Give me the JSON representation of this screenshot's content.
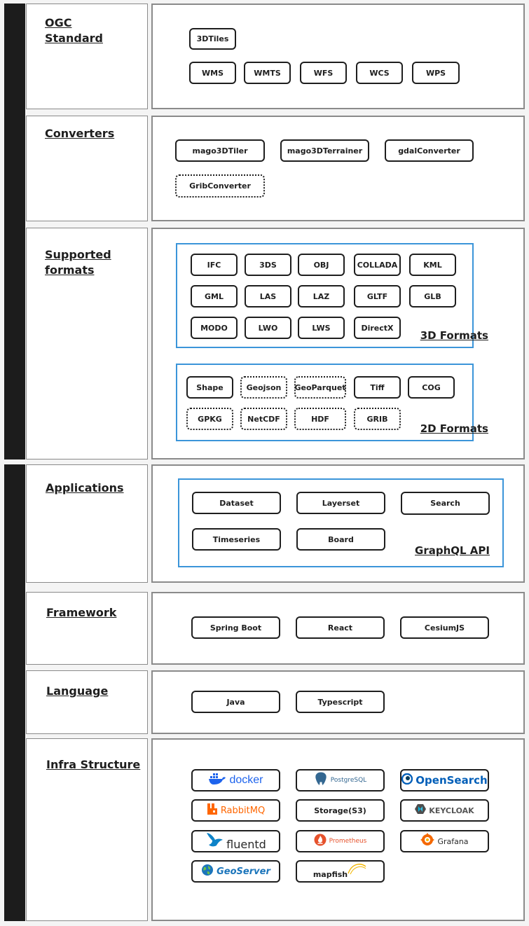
{
  "sections": {
    "ogc": {
      "label": "OGC\nStandard",
      "items": [
        {
          "text": "3DTiles",
          "style": "solid"
        },
        {
          "text": "WMS",
          "style": "solid"
        },
        {
          "text": "WMTS",
          "style": "solid"
        },
        {
          "text": "WFS",
          "style": "solid"
        },
        {
          "text": "WCS",
          "style": "solid"
        },
        {
          "text": "WPS",
          "style": "solid"
        }
      ]
    },
    "converters": {
      "label": "Converters",
      "items": [
        {
          "text": "mago3DTiler",
          "style": "solid"
        },
        {
          "text": "mago3DTerrainer",
          "style": "solid"
        },
        {
          "text": "gdalConverter",
          "style": "solid"
        },
        {
          "text": "GribConverter",
          "style": "dotted"
        }
      ]
    },
    "formats": {
      "label": "Supported\nformats",
      "group3d": {
        "title": "3D Formats",
        "items": [
          {
            "text": "IFC",
            "style": "solid"
          },
          {
            "text": "3DS",
            "style": "solid"
          },
          {
            "text": "OBJ",
            "style": "solid"
          },
          {
            "text": "COLLADA",
            "style": "solid"
          },
          {
            "text": "KML",
            "style": "solid"
          },
          {
            "text": "GML",
            "style": "solid"
          },
          {
            "text": "LAS",
            "style": "solid"
          },
          {
            "text": "LAZ",
            "style": "solid"
          },
          {
            "text": "GLTF",
            "style": "solid"
          },
          {
            "text": "GLB",
            "style": "solid"
          },
          {
            "text": "MODO",
            "style": "solid"
          },
          {
            "text": "LWO",
            "style": "solid"
          },
          {
            "text": "LWS",
            "style": "solid"
          },
          {
            "text": "DirectX",
            "style": "solid"
          }
        ]
      },
      "group2d": {
        "title": "2D Formats",
        "items": [
          {
            "text": "Shape",
            "style": "solid"
          },
          {
            "text": "Geojson",
            "style": "dotted"
          },
          {
            "text": "GeoParquet",
            "style": "dotted"
          },
          {
            "text": "Tiff",
            "style": "solid"
          },
          {
            "text": "COG",
            "style": "solid"
          },
          {
            "text": "GPKG",
            "style": "dotted"
          },
          {
            "text": "NetCDF",
            "style": "dotted"
          },
          {
            "text": "HDF",
            "style": "dotted"
          },
          {
            "text": "GRIB",
            "style": "dotted"
          }
        ]
      }
    },
    "applications": {
      "label": "Applications",
      "group": {
        "title": "GraphQL API",
        "items": [
          {
            "text": "Dataset",
            "style": "solid"
          },
          {
            "text": "Layerset",
            "style": "solid"
          },
          {
            "text": "Search",
            "style": "solid"
          },
          {
            "text": "Timeseries",
            "style": "solid"
          },
          {
            "text": "Board",
            "style": "solid"
          }
        ]
      }
    },
    "framework": {
      "label": "Framework",
      "items": [
        {
          "text": "Spring Boot",
          "style": "solid"
        },
        {
          "text": "React",
          "style": "solid"
        },
        {
          "text": "CesiumJS",
          "style": "solid"
        }
      ]
    },
    "language": {
      "label": "Language",
      "items": [
        {
          "text": "Java",
          "style": "solid"
        },
        {
          "text": "Typescript",
          "style": "solid"
        }
      ]
    },
    "infra": {
      "label": "Infra Structure",
      "items": [
        {
          "text": "docker",
          "icon": "docker-whale-icon",
          "color": "#1d63ed"
        },
        {
          "text": "PostgreSQL",
          "icon": "postgresql-elephant-icon",
          "color": "#336791"
        },
        {
          "text": "OpenSearch",
          "icon": "opensearch-icon",
          "color": "#005eb8"
        },
        {
          "text": "RabbitMQ",
          "icon": "rabbitmq-icon",
          "color": "#ff6600"
        },
        {
          "text": "Storage(S3)",
          "icon": "",
          "color": "#1e1e1e"
        },
        {
          "text": "KEYCLOAK",
          "icon": "keycloak-icon",
          "color": "#555555"
        },
        {
          "text": "fluentd",
          "icon": "fluentd-bird-icon",
          "color": "#0e83c8"
        },
        {
          "text": "Prometheus",
          "icon": "prometheus-flame-icon",
          "color": "#e6522c"
        },
        {
          "text": "Grafana",
          "icon": "grafana-icon",
          "color": "#f46800"
        },
        {
          "text": "GeoServer",
          "icon": "geoserver-globe-icon",
          "color": "#1b75bb"
        },
        {
          "text": "mapfish",
          "icon": "mapfish-icon",
          "color": "#f2b600"
        }
      ]
    }
  }
}
